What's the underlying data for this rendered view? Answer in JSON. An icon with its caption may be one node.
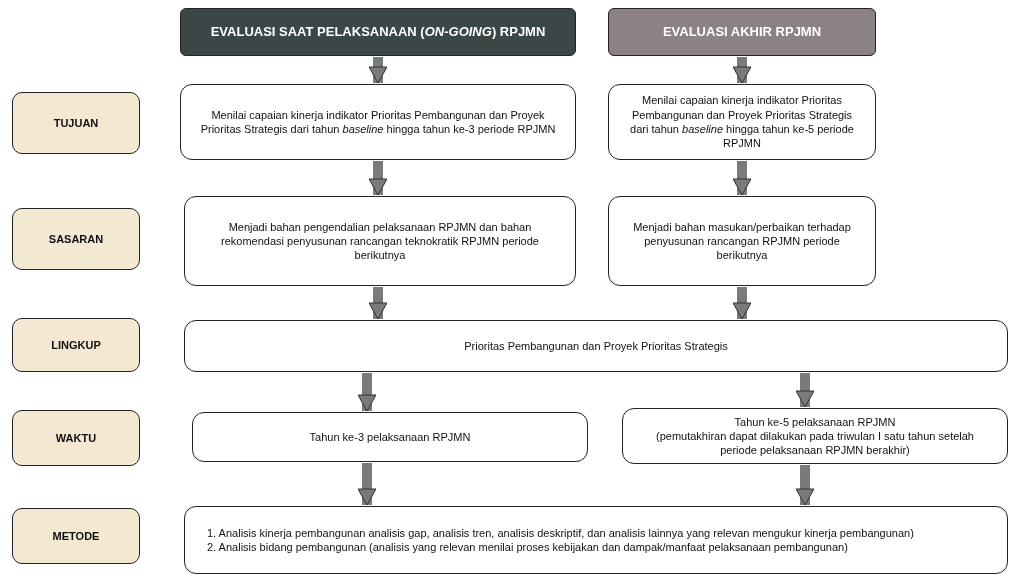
{
  "diagram": {
    "nodes": [
      {
        "text": [
          "EVALUASI SAAT PELAKSANAAN (*ON-GOING*) RPJMN"
        ]
      },
      {
        "text": [
          "EVALUASI AKHIR RPJMN"
        ]
      },
      {
        "text": [
          "TUJUAN"
        ]
      },
      {
        "text": [
          "Menilai capaian kinerja indikator Prioritas Pembangunan dan Proyek Prioritas Strategis dari tahun *baseline* hingga tahun ke-3 periode RPJMN"
        ]
      },
      {
        "text": [
          "Menilai capaian kinerja indikator Prioritas Pembangunan dan Proyek Prioritas Strategis dari tahun *baseline* hingga tahun ke-5 periode RPJMN"
        ]
      },
      {
        "text": [
          "SASARAN"
        ]
      },
      {
        "text": [
          "Menjadi bahan pengendalian pelaksanaan RPJMN dan bahan rekomendasi penyusunan rancangan teknokratik RPJMN periode berikutnya"
        ]
      },
      {
        "text": [
          "Menjadi bahan masukan/perbaikan terhadap penyusunan rancangan RPJMN periode berikutnya"
        ]
      },
      {
        "text": [
          "LINGKUP"
        ]
      },
      {
        "text": [
          "Prioritas Pembangunan dan Proyek Prioritas Strategis"
        ]
      },
      {
        "text": [
          "WAKTU"
        ]
      },
      {
        "text": [
          "Tahun ke-3 pelaksanaan RPJMN"
        ]
      },
      {
        "text": [
          "Tahun ke-5 pelaksanaan RPJMN",
          "(pemutakhiran dapat dilakukan pada triwulan I satu tahun setelah periode pelaksanaan RPJMN berakhir)"
        ]
      },
      {
        "text": [
          "METODE"
        ]
      },
      {
        "text": [
          "1. Analisis kinerja pembangunan analisis gap, analisis tren, analisis deskriptif, dan analisis lainnya yang relevan mengukur kinerja pembangunan)",
          "2. Analisis bidang pembangunan (analisis yang relevan menilai proses kebijakan dan dampak/manfaat pelaksanaan pembangunan)"
        ]
      }
    ],
    "edges": [
      {
        "from": 0,
        "to": 3,
        "arrow": "to"
      },
      {
        "from": 1,
        "to": 4,
        "arrow": "to"
      },
      {
        "from": 3,
        "to": 6,
        "arrow": "to"
      },
      {
        "from": 4,
        "to": 7,
        "arrow": "to"
      },
      {
        "from": 6,
        "to": 9,
        "arrow": "to"
      },
      {
        "from": 7,
        "to": 9,
        "arrow": "to"
      },
      {
        "from": 9,
        "to": 11,
        "arrow": "to"
      },
      {
        "from": 9,
        "to": 12,
        "arrow": "to"
      },
      {
        "from": 11,
        "to": 14,
        "arrow": "to"
      },
      {
        "from": 12,
        "to": 14,
        "arrow": "to"
      }
    ]
  }
}
